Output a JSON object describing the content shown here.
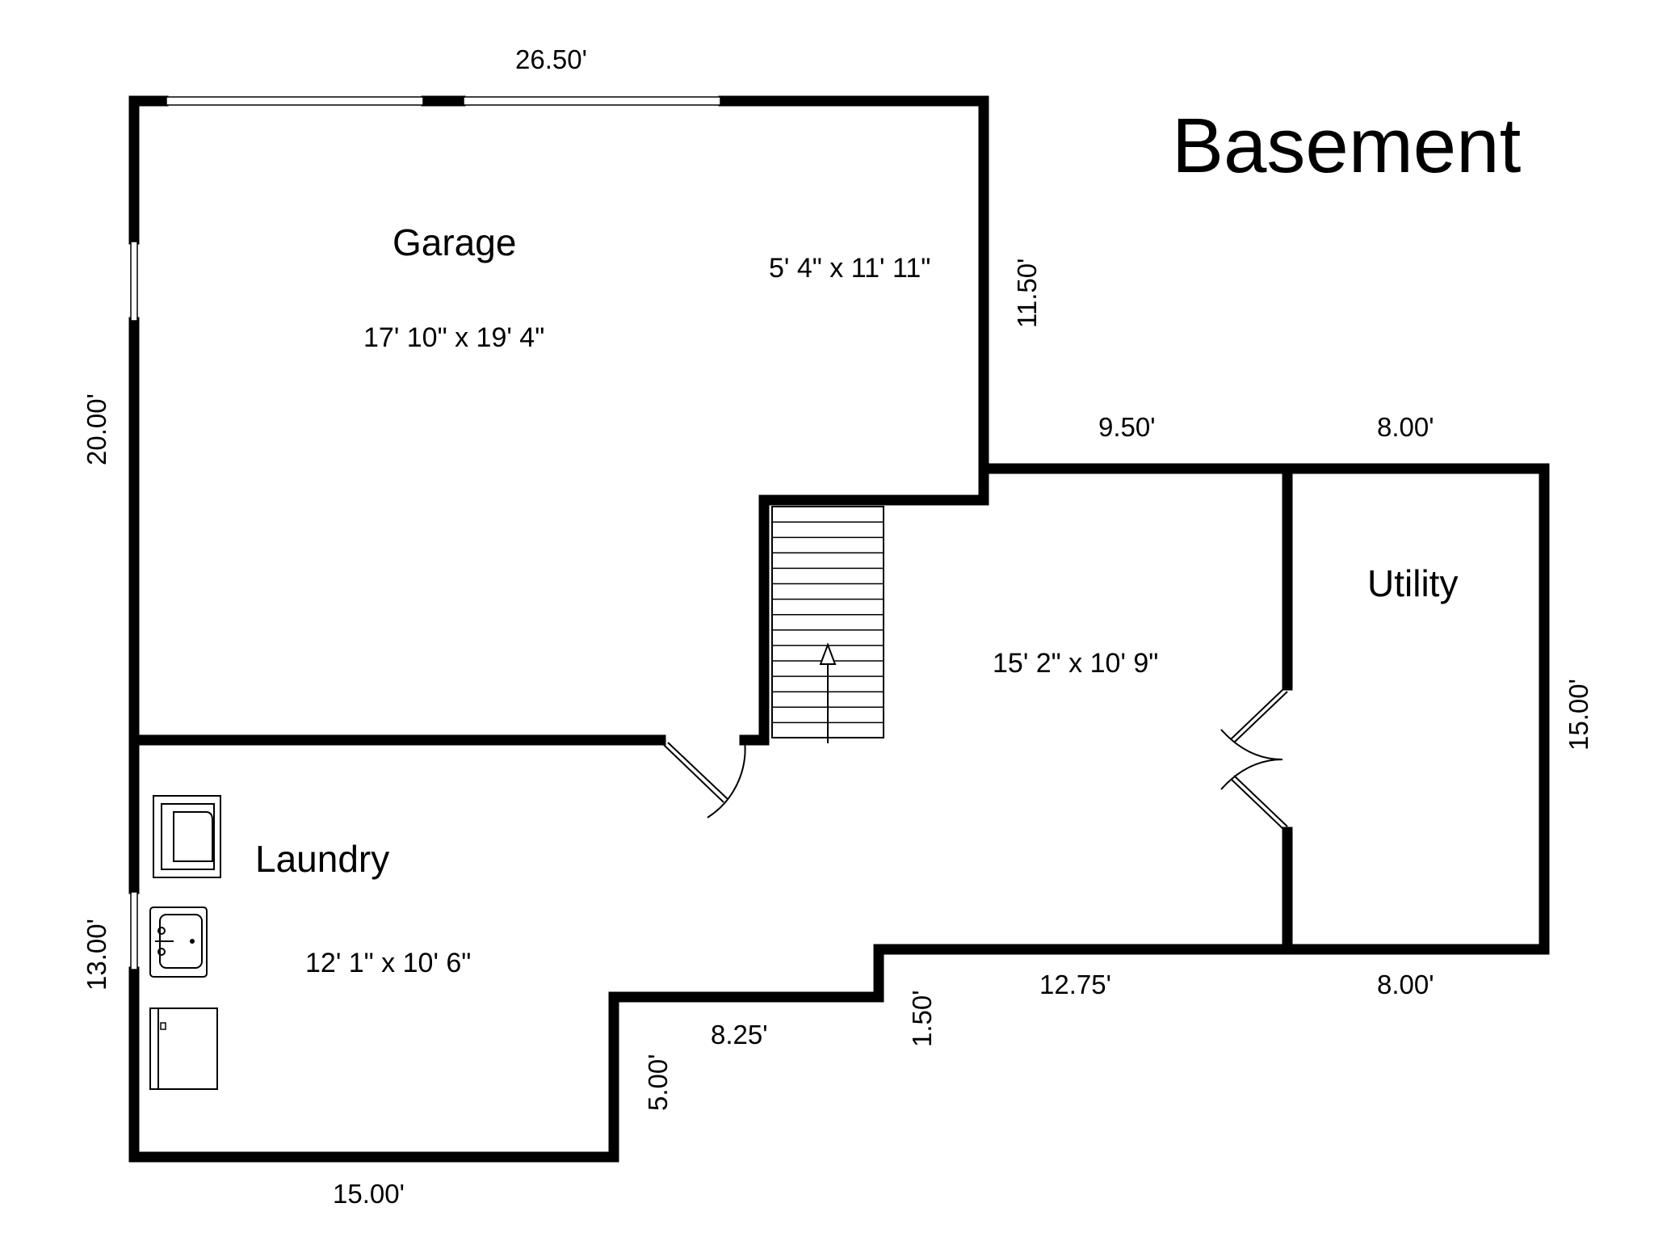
{
  "title": "Basement",
  "rooms": {
    "garage": {
      "name": "Garage",
      "size": "17' 10\" x 19' 4\""
    },
    "garage_alcove": {
      "size": "5' 4\" x 11' 11\""
    },
    "family": {
      "size": "15' 2\" x 10' 9\""
    },
    "utility": {
      "name": "Utility"
    },
    "laundry": {
      "name": "Laundry",
      "size": "12' 1\" x 10' 6\""
    }
  },
  "dimensions": {
    "top_width": "26.50'",
    "left_upper": "20.00'",
    "garage_right": "11.50'",
    "family_top": "9.50'",
    "utility_top": "8.00'",
    "utility_right": "15.00'",
    "family_bottom": "12.75'",
    "utility_bottom": "8.00'",
    "step_small": "1.50'",
    "step_mid": "8.25'",
    "step_vertical": "5.00'",
    "left_lower": "13.00'",
    "bottom_width": "15.00'"
  },
  "fixtures": {
    "washer_icon": "washer-icon",
    "sink_icon": "sink-icon",
    "dryer_icon": "dryer-icon",
    "stairs_icon": "stairs-icon"
  }
}
